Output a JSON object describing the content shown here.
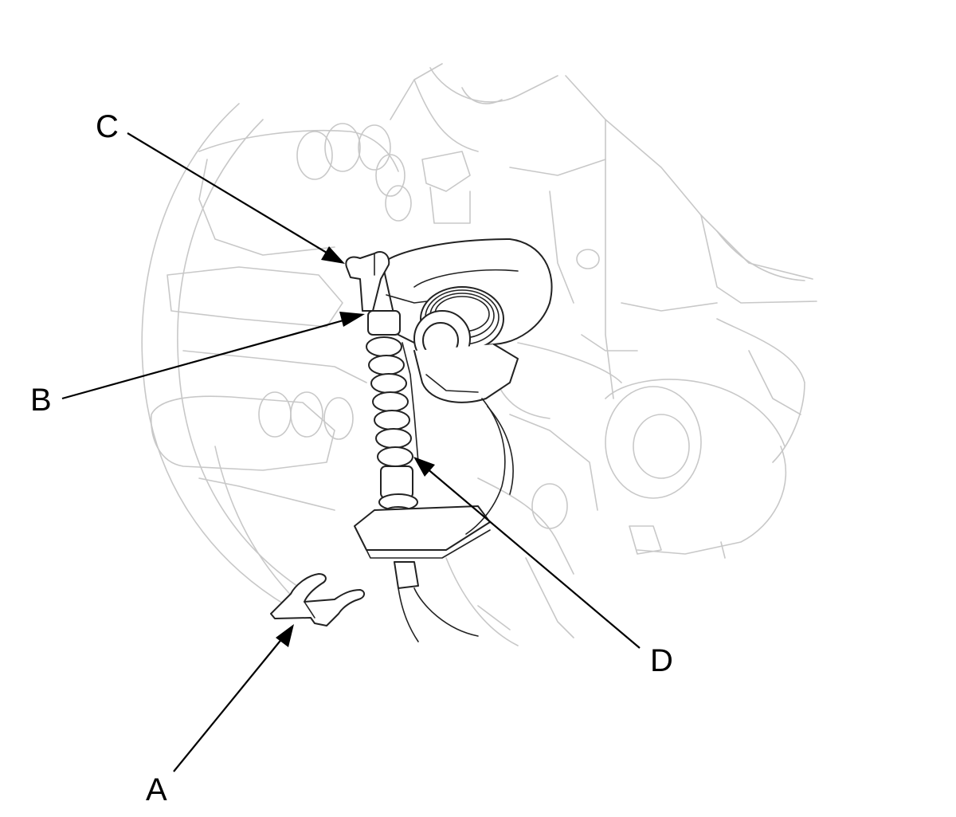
{
  "callouts": {
    "a": {
      "label": "A"
    },
    "b": {
      "label": "B"
    },
    "c": {
      "label": "C"
    },
    "d": {
      "label": "D"
    }
  }
}
